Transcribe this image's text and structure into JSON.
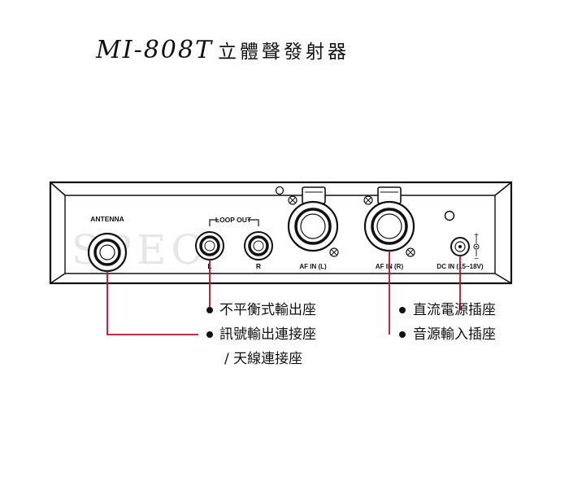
{
  "title": {
    "model": "MI-808T",
    "name": "立體聲發射器"
  },
  "panel": {
    "antenna_label": "ANTENNA",
    "loop_out_label": "LOOP OUT",
    "loop_left_label": "L",
    "loop_right_label": "R",
    "af_in_left_label": "AF IN (L)",
    "af_in_right_label": "AF IN (R)",
    "dc_in_label": "DC IN (15~18V)",
    "plus_symbol": "+",
    "minus_symbol": "−",
    "watermark": "SPEC"
  },
  "callouts": {
    "unbalanced_out": "不平衡式輸出座",
    "signal_out_a": "訊號輸出連接座",
    "signal_out_b": "/ 天線連接座",
    "dc_jack": "直流電源插座",
    "audio_in": "音源輸入插座"
  },
  "colors": {
    "leader": "#b3122b",
    "ink": "#111111"
  }
}
